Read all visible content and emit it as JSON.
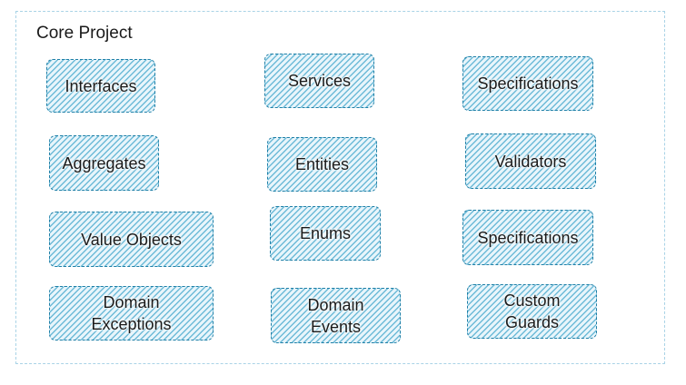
{
  "container": {
    "title": "Core Project"
  },
  "colors": {
    "container_border": "#a9d3e6",
    "box_border": "#1f7fa6",
    "box_hatch": "#58b0d2"
  },
  "boxes": {
    "interfaces": "Interfaces",
    "services": "Services",
    "specifications_top": "Specifications",
    "aggregates": "Aggregates",
    "entities": "Entities",
    "validators": "Validators",
    "value_objects": "Value Objects",
    "enums": "Enums",
    "specifications_bottom": "Specifications",
    "domain_exceptions": "Domain\nExceptions",
    "domain_events": "Domain\nEvents",
    "custom_guards": "Custom\nGuards"
  }
}
